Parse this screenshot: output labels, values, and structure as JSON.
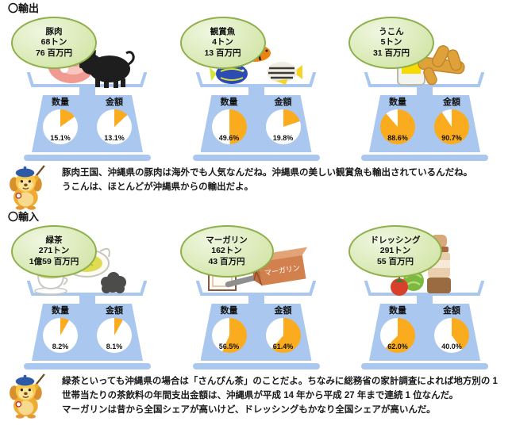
{
  "export_section": {
    "header": "〇輸出",
    "panels": [
      {
        "name": "豚肉",
        "quantity": "68トン",
        "amount": "76 百万円",
        "quantity_label": "数量",
        "amount_label": "金額",
        "quantity_share": "15.1%",
        "amount_share": "13.1%",
        "quantity_share_pct": 15.1,
        "amount_share_pct": 13.1,
        "illustration": "pork-and-pig"
      },
      {
        "name": "観賞魚",
        "quantity": "4トン",
        "amount": "13 百万円",
        "quantity_label": "数量",
        "amount_label": "金額",
        "quantity_share": "49.6%",
        "amount_share": "19.8%",
        "quantity_share_pct": 49.6,
        "amount_share_pct": 19.8,
        "illustration": "tropical-fish"
      },
      {
        "name": "うこん",
        "quantity": "5トン",
        "amount": "31 百万円",
        "quantity_label": "数量",
        "amount_label": "金額",
        "quantity_share": "88.6%",
        "amount_share": "90.7%",
        "quantity_share_pct": 88.6,
        "amount_share_pct": 90.7,
        "illustration": "turmeric-jar-and-root"
      }
    ],
    "comment": [
      "豚肉王国、沖縄県の豚肉は海外でも人気なんだね。沖縄県の美しい観賞魚も輸出されているんだね。",
      "うこんは、ほとんどが沖縄県からの輸出だよ。"
    ]
  },
  "import_section": {
    "header": "〇輸入",
    "panels": [
      {
        "name": "緑茶",
        "quantity": "271トン",
        "amount": "1億59 百万円",
        "quantity_label": "数量",
        "amount_label": "金額",
        "quantity_share": "8.2%",
        "amount_share": "8.1%",
        "quantity_share_pct": 8.2,
        "amount_share_pct": 8.1,
        "illustration": "tea-cup-pot-and-leaves"
      },
      {
        "name": "マーガリン",
        "quantity": "162トン",
        "amount": "43 百万円",
        "quantity_label": "数量",
        "amount_label": "金額",
        "quantity_share": "56.5%",
        "amount_share": "61.4%",
        "quantity_share_pct": 56.5,
        "amount_share_pct": 61.4,
        "illustration": "bread-knife-margarine-box",
        "box_label": "マーガリン"
      },
      {
        "name": "ドレッシング",
        "quantity": "291トン",
        "amount": "55 百万円",
        "quantity_label": "数量",
        "amount_label": "金額",
        "quantity_share": "62.0%",
        "amount_share": "40.0%",
        "quantity_share_pct": 62.0,
        "amount_share_pct": 40.0,
        "illustration": "salad-and-dressing-bottle"
      }
    ],
    "comment": [
      "緑茶といっても沖縄県の場合は「さんぴん茶」のことだよ。ちなみに総務省の家計調査によれば地方別の 1 世帯当たりの茶飲料の年間支出金額は、沖縄県が平成 14 年から平成 27 年まで連続 1 位なんだ。",
      "マーガリンは昔から全国シェアが高いけど、ドレッシングもかなり全国シェアが高いんだ。"
    ]
  },
  "colors": {
    "pie_fill": "#FAAC1E",
    "pie_bg": "#FFFFFF",
    "scale_blue": "#A9C7EF",
    "bubble_fill": "#DCEBBA",
    "bubble_border": "#8FB04C"
  },
  "chart_data": [
    {
      "type": "pie",
      "section": "輸出",
      "item": "豚肉",
      "quantity": "68トン",
      "amount": "76 百万円",
      "slices": [
        {
          "label": "数量",
          "value_pct": 15.1
        },
        {
          "label": "金額",
          "value_pct": 13.1
        }
      ]
    },
    {
      "type": "pie",
      "section": "輸出",
      "item": "観賞魚",
      "quantity": "4トン",
      "amount": "13 百万円",
      "slices": [
        {
          "label": "数量",
          "value_pct": 49.6
        },
        {
          "label": "金額",
          "value_pct": 19.8
        }
      ]
    },
    {
      "type": "pie",
      "section": "輸出",
      "item": "うこん",
      "quantity": "5トン",
      "amount": "31 百万円",
      "slices": [
        {
          "label": "数量",
          "value_pct": 88.6
        },
        {
          "label": "金額",
          "value_pct": 90.7
        }
      ]
    },
    {
      "type": "pie",
      "section": "輸入",
      "item": "緑茶",
      "quantity": "271トン",
      "amount": "1億59 百万円",
      "slices": [
        {
          "label": "数量",
          "value_pct": 8.2
        },
        {
          "label": "金額",
          "value_pct": 8.1
        }
      ]
    },
    {
      "type": "pie",
      "section": "輸入",
      "item": "マーガリン",
      "quantity": "162トン",
      "amount": "43 百万円",
      "slices": [
        {
          "label": "数量",
          "value_pct": 56.5
        },
        {
          "label": "金額",
          "value_pct": 61.4
        }
      ]
    },
    {
      "type": "pie",
      "section": "輸入",
      "item": "ドレッシング",
      "quantity": "291トン",
      "amount": "55 百万円",
      "slices": [
        {
          "label": "数量",
          "value_pct": 62.0
        },
        {
          "label": "金額",
          "value_pct": 40.0
        }
      ]
    }
  ]
}
